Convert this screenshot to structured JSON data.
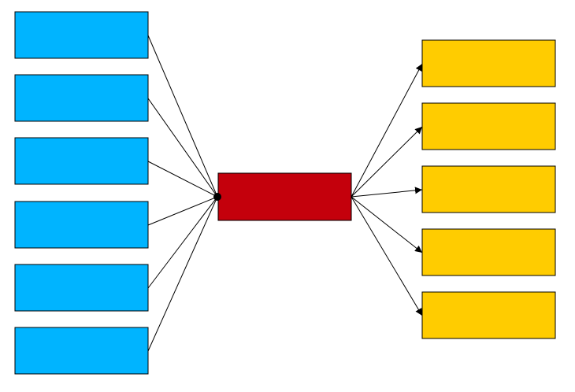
{
  "colors": {
    "background": "#ffffff",
    "input_box_fill": "#00b4ff",
    "hub_box_fill": "#c4000c",
    "output_box_fill": "#ffcc00",
    "stroke": "#000000"
  },
  "diagram": {
    "input_boxes": [
      {
        "id": "input-1",
        "label": ""
      },
      {
        "id": "input-2",
        "label": ""
      },
      {
        "id": "input-3",
        "label": ""
      },
      {
        "id": "input-4",
        "label": ""
      },
      {
        "id": "input-5",
        "label": ""
      },
      {
        "id": "input-6",
        "label": ""
      }
    ],
    "hub_box": {
      "id": "hub",
      "label": ""
    },
    "output_boxes": [
      {
        "id": "output-1",
        "label": ""
      },
      {
        "id": "output-2",
        "label": ""
      },
      {
        "id": "output-3",
        "label": ""
      },
      {
        "id": "output-4",
        "label": ""
      },
      {
        "id": "output-5",
        "label": ""
      }
    ],
    "input_connector_style": "dot-terminated lines converging on hub",
    "output_connector_style": "arrowheads pointing at output boxes"
  }
}
